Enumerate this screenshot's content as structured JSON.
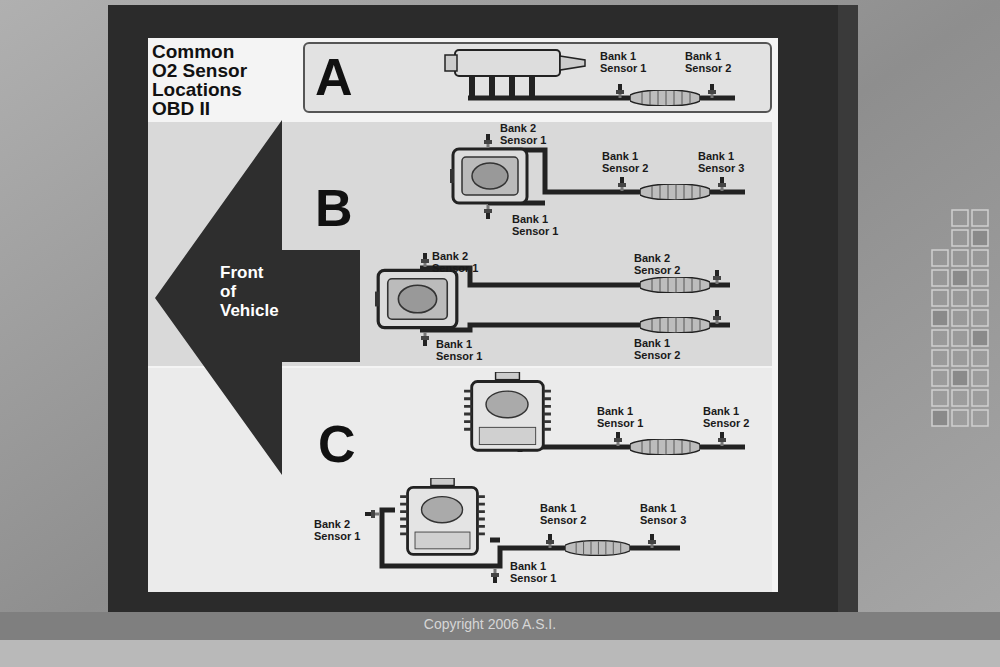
{
  "diagram": {
    "title": "Common O2 Sensor Locations OBD II",
    "nodes": [
      {
        "text": [
          "A"
        ]
      },
      {
        "text": [
          "B"
        ]
      },
      {
        "text": [
          "Front of Vehicle"
        ]
      },
      {
        "text": [
          "C"
        ]
      }
    ],
    "labels": [
      "Bank 1 Sensor 1",
      "Bank 1 Sensor 2",
      "Bank 2 Sensor 1",
      "Bank 1 Sensor 2",
      "Bank 1 Sensor 3",
      "Bank 1 Sensor 1",
      "Bank 2 Sensor 1",
      "Bank 2 Sensor 2",
      "Bank 1 Sensor 1",
      "Bank 1 Sensor 2",
      "Bank 1 Sensor 1",
      "Bank 1 Sensor 2",
      "Bank 2 Sensor 1",
      "Bank 1 Sensor 2",
      "Bank 1 Sensor 3",
      "Bank 1 Sensor 1",
      "Copyright 2006 A.S.I."
    ]
  }
}
